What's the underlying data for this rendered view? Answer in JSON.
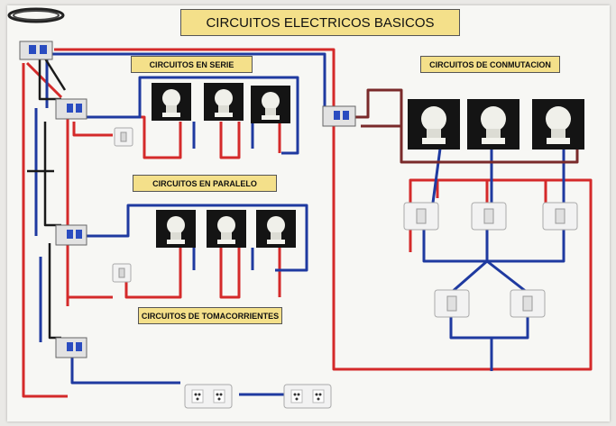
{
  "title": "CIRCUITOS ELECTRICOS BASICOS",
  "labels": {
    "serie": "CIRCUITOS EN SERIE",
    "paralelo": "CIRCUITOS EN PARALELO",
    "conmutacion": "CIRCUITOS DE CONMUTACION",
    "tomacorrientes": "CIRCUITOS DE TOMACORRIENTES"
  },
  "colors": {
    "phase": "#d42a2a",
    "neutral": "#1f3aa0",
    "ground": "#1a1a1a",
    "return": "#7a2a2a",
    "label_bg": "#f4e08a"
  }
}
